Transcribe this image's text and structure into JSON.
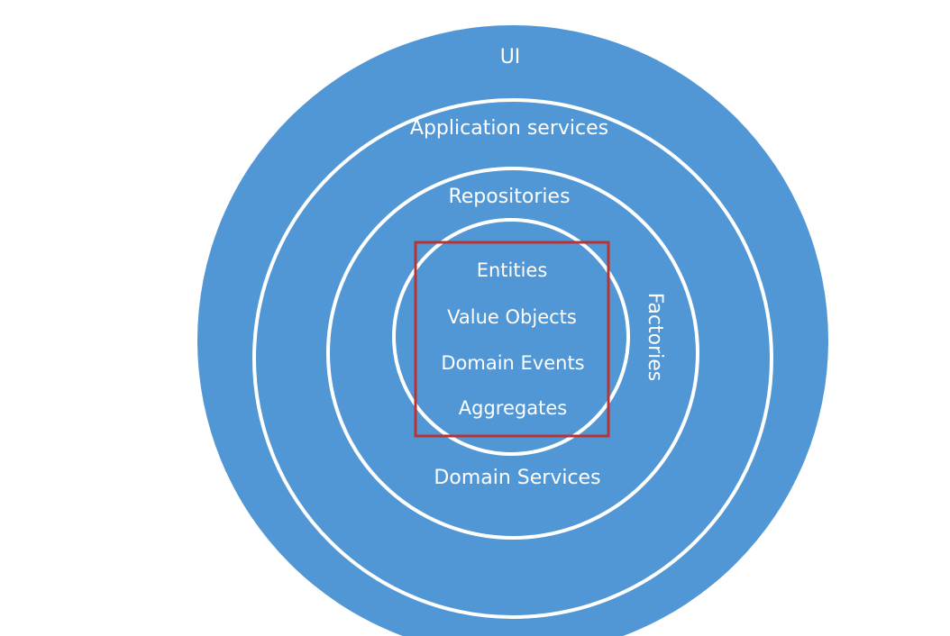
{
  "diagram": {
    "colors": {
      "fill": "#5197D5",
      "ring": "#FFFFFF",
      "highlight": "#B83333",
      "text": "#FFFFFF"
    },
    "layers": {
      "ui": "UI",
      "application_services": "Application services",
      "repositories": "Repositories",
      "factories": "Factories",
      "domain_services": "Domain Services"
    },
    "core": {
      "entities": "Entities",
      "value_objects": "Value Objects",
      "domain_events": "Domain Events",
      "aggregates": "Aggregates"
    }
  }
}
